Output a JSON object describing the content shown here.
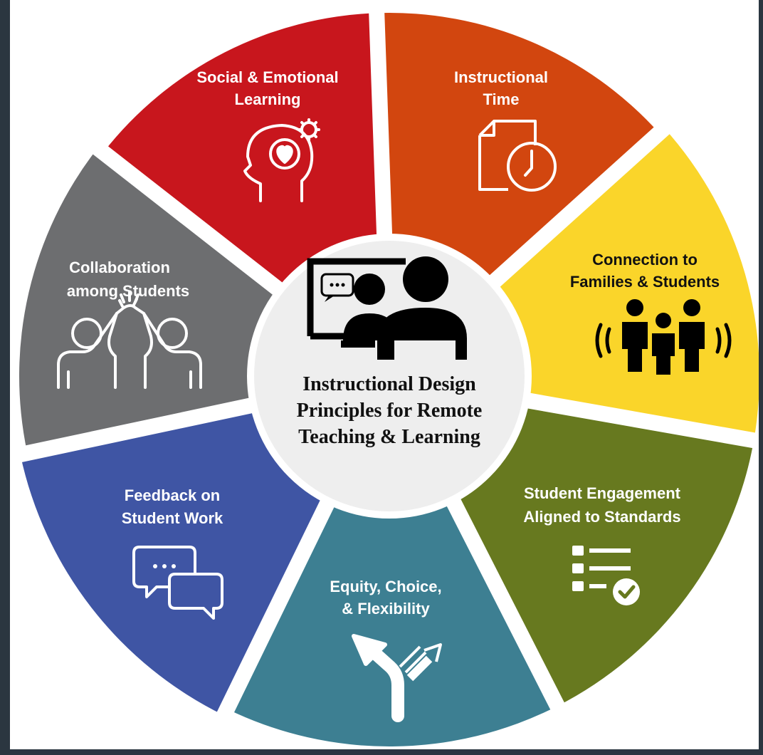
{
  "diagram": {
    "center": {
      "title_lines": [
        "Instructional Design",
        "Principles for Remote",
        "Teaching & Learning"
      ],
      "icon": "video-call-icon"
    },
    "segments": [
      {
        "id": "sel",
        "label_lines": [
          "Social & Emotional",
          "Learning"
        ],
        "color": "#c8161d",
        "text_color": "#ffffff",
        "icon": "head-heart-gear-icon"
      },
      {
        "id": "time",
        "label_lines": [
          "Instructional",
          "Time"
        ],
        "color": "#d2460f",
        "text_color": "#ffffff",
        "icon": "document-clock-icon"
      },
      {
        "id": "families",
        "label_lines": [
          "Connection to",
          "Families & Students"
        ],
        "color": "#fad52a",
        "text_color": "#111111",
        "icon": "family-broadcast-icon"
      },
      {
        "id": "engagement",
        "label_lines": [
          "Student Engagement",
          "Aligned to Standards"
        ],
        "color": "#67791f",
        "text_color": "#ffffff",
        "icon": "checklist-icon"
      },
      {
        "id": "equity",
        "label_lines": [
          "Equity, Choice,",
          "& Flexibility"
        ],
        "color": "#3d7f92",
        "text_color": "#ffffff",
        "icon": "diverging-arrows-icon"
      },
      {
        "id": "feedback",
        "label_lines": [
          "Feedback on",
          "Student Work"
        ],
        "color": "#3f55a4",
        "text_color": "#ffffff",
        "icon": "chat-bubbles-icon"
      },
      {
        "id": "collab",
        "label_lines": [
          "Collaboration",
          "among Students"
        ],
        "color": "#6d6e70",
        "text_color": "#ffffff",
        "icon": "high-five-icon"
      }
    ]
  }
}
